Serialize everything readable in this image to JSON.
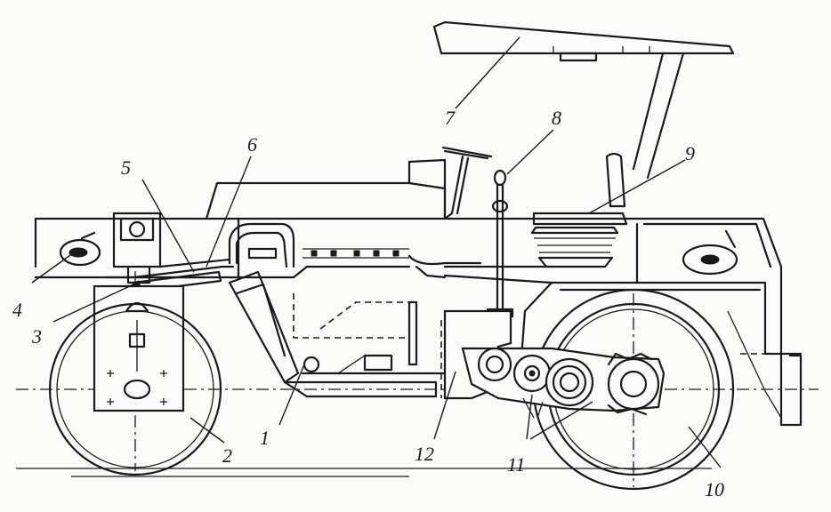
{
  "diagram": {
    "callouts": [
      {
        "id": "c1",
        "text": "1"
      },
      {
        "id": "c2",
        "text": "2"
      },
      {
        "id": "c3",
        "text": "3"
      },
      {
        "id": "c4",
        "text": "4"
      },
      {
        "id": "c5",
        "text": "5"
      },
      {
        "id": "c6",
        "text": "6"
      },
      {
        "id": "c7",
        "text": "7"
      },
      {
        "id": "c8",
        "text": "8"
      },
      {
        "id": "c9",
        "text": "9"
      },
      {
        "id": "c10",
        "text": "10"
      },
      {
        "id": "c11",
        "text": "11"
      },
      {
        "id": "c12",
        "text": "12"
      }
    ],
    "colors": {
      "ink": "#1a1a1a",
      "paper": "#fbfbf9"
    }
  }
}
